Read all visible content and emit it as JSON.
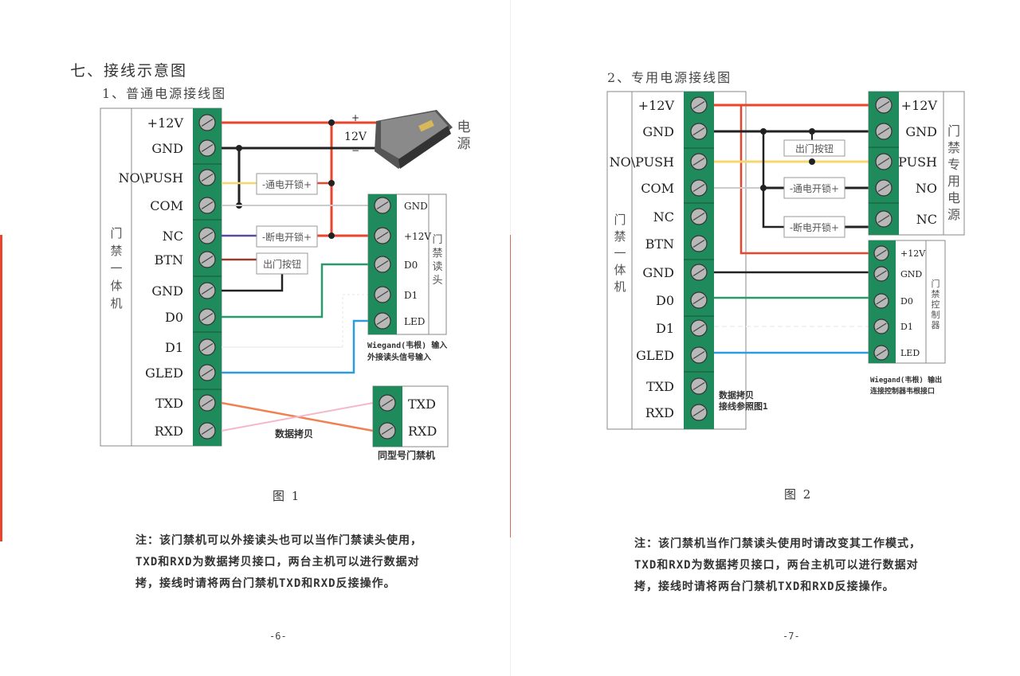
{
  "colors": {
    "terminal_green": "#1f8a5b",
    "wire_red": "#e8452c",
    "wire_black": "#222222",
    "wire_yellow": "#f5d76e",
    "wire_gray": "#cccccc",
    "wire_purple": "#5b4aa0",
    "wire_brown": "#9a3b2f",
    "wire_green": "#2b9a6a",
    "wire_blue": "#2c9be0",
    "wire_orange": "#f08050",
    "wire_pink": "#f4b8c8"
  },
  "left_page": {
    "section_title": "七、接线示意图",
    "subtitle": "1、普通电源接线图",
    "controller": {
      "name_chars": [
        "门",
        "禁",
        "一",
        "体",
        "机"
      ],
      "terminals": [
        "+12V",
        "GND",
        "NO\\PUSH",
        "COM",
        "NC",
        "BTN",
        "GND",
        "D0",
        "D1",
        "GLED",
        "TXD",
        "RXD"
      ]
    },
    "power_supply": {
      "plus": "+",
      "minus": "−",
      "voltage": "12V",
      "label_chars": [
        "电",
        "源"
      ]
    },
    "boxes": {
      "fail_secure_lock": "-通电开锁+",
      "fail_safe_lock": "-断电开锁+",
      "exit_button": "出门按钮"
    },
    "reader": {
      "terminals": [
        "GND",
        "+12V",
        "D0",
        "D1",
        "LED"
      ],
      "name_chars": [
        "门",
        "禁",
        "读",
        "头"
      ],
      "caption_line1": "Wiegand(韦根) 输入",
      "caption_line2": "外接读头信号输入"
    },
    "data_copy_label": "数据拷贝",
    "peer": {
      "terminals": [
        "TXD",
        "RXD"
      ],
      "caption": "同型号门禁机"
    },
    "figure_label": "图 1",
    "note_lines": [
      "注：该门禁机可以外接读头也可以当作门禁读头使用，",
      "TXD和RXD为数据拷贝接口，两台主机可以进行数据对",
      "拷，接线时请将两台门禁机TXD和RXD反接操作。"
    ],
    "page_number": "-6-"
  },
  "right_page": {
    "subtitle": "2、专用电源接线图",
    "controller": {
      "name_chars": [
        "门",
        "禁",
        "一",
        "体",
        "机"
      ],
      "terminals": [
        "+12V",
        "GND",
        "NO\\PUSH",
        "COM",
        "NC",
        "BTN",
        "GND",
        "D0",
        "D1",
        "GLED",
        "TXD",
        "RXD"
      ]
    },
    "power_supply": {
      "terminals": [
        "+12V",
        "GND",
        "PUSH",
        "NO",
        "NC"
      ],
      "name_chars": [
        "门",
        "禁",
        "专",
        "用",
        "电",
        "源"
      ]
    },
    "boxes": {
      "exit_button": "出门按钮",
      "fail_secure_lock": "-通电开锁+",
      "fail_safe_lock": "-断电开锁+"
    },
    "controller_board": {
      "terminals": [
        "+12V",
        "GND",
        "D0",
        "D1",
        "LED"
      ],
      "name_chars": [
        "门",
        "禁",
        "控",
        "制",
        "器"
      ],
      "caption_line1": "Wiegand(韦根) 输出",
      "caption_line2": "连接控制器韦根接口"
    },
    "data_copy_line1": "数据拷贝",
    "data_copy_line2": "接线参照图1",
    "figure_label": "图 2",
    "note_lines": [
      "注：该门禁机当作门禁读头使用时请改变其工作模式，",
      "TXD和RXD为数据拷贝接口，两台主机可以进行数据对",
      "拷，接线时请将两台门禁机TXD和RXD反接操作。"
    ],
    "page_number": "-7-"
  }
}
